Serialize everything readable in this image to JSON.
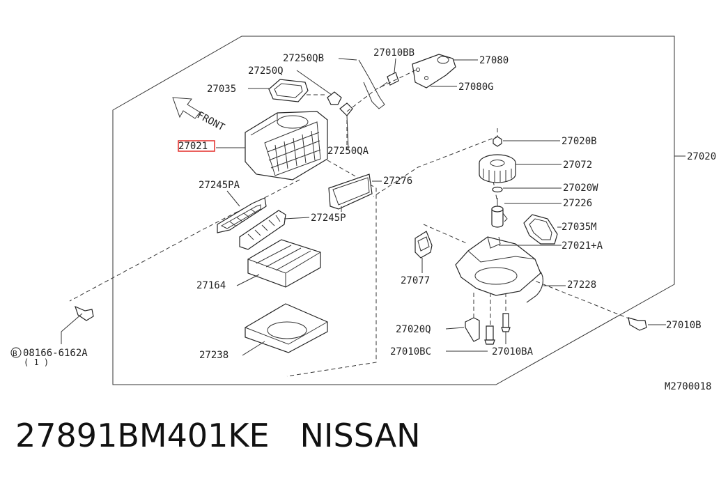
{
  "diagram": {
    "front_label": "FRONT",
    "catalog_number": "M2700018",
    "bolt_qty": "( 1 )",
    "bolt_prefix": "B",
    "labels": {
      "l27250QB": "27250QB",
      "l27010BB": "27010BB",
      "l27080": "27080",
      "l27250Q": "27250Q",
      "l27080G": "27080G",
      "l27035": "27035",
      "l27021": "27021",
      "l27250QA": "27250QA",
      "l27020B": "27020B",
      "l27020": "27020",
      "l27072": "27072",
      "l27245PA": "27245PA",
      "l27276": "27276",
      "l27020W": "27020W",
      "l27226": "27226",
      "l27245P": "27245P",
      "l27035M": "27035M",
      "l27021A": "27021+A",
      "l27077": "27077",
      "l27164": "27164",
      "l27228": "27228",
      "l08166": "08166-6162A",
      "l27010B": "27010B",
      "l27020Q": "27020Q",
      "l27238": "27238",
      "l27010BC": "27010BC",
      "l27010BA": "27010BA"
    },
    "highlight_color": "#e53935"
  },
  "caption": {
    "part_number": "27891BM401KE",
    "brand": "NISSAN"
  }
}
